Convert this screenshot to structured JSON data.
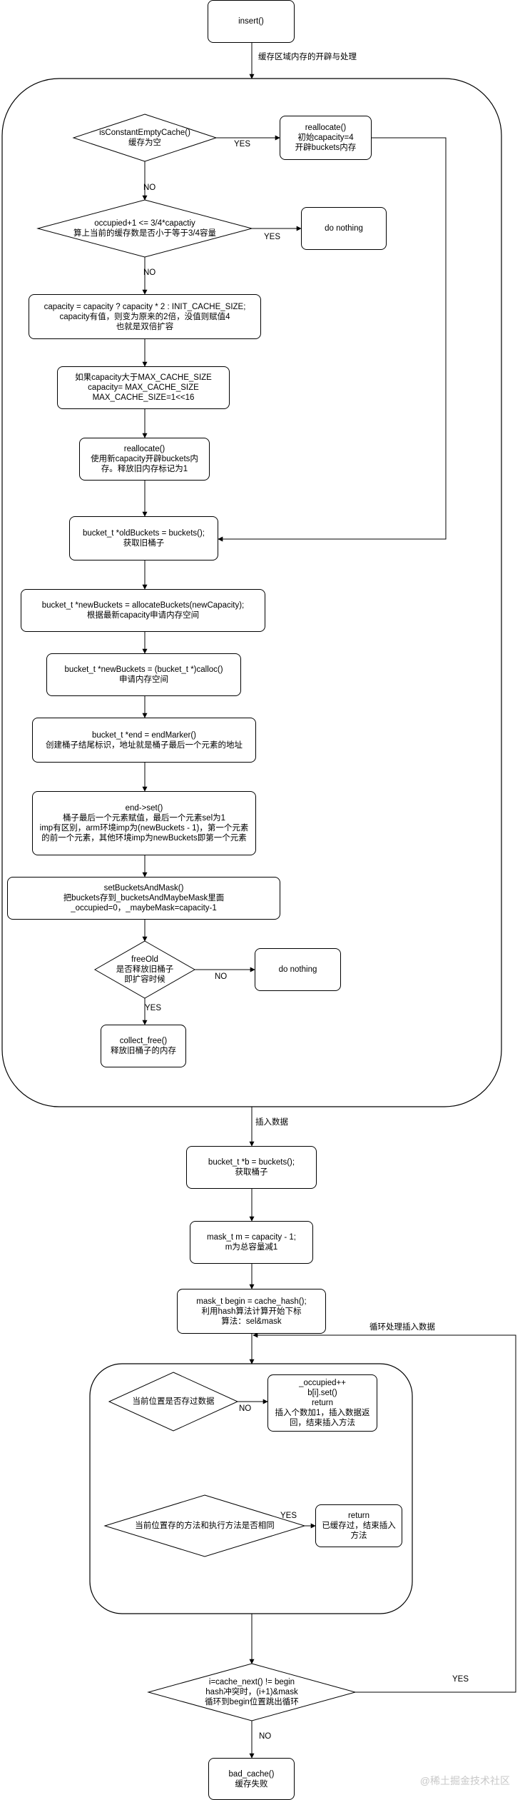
{
  "nodes": {
    "insert": "insert()",
    "is_constant_empty": "isConstantEmptyCache()\n缓存为空",
    "reallocate_init": "reallocate()\n初始capacity=4\n开辟buckets内存",
    "occupied_check": "occupied+1 <= 3/4*capactiy\n算上当前的缓存数是否小于等于3/4容量",
    "do_nothing_1": "do nothing",
    "capacity_calc": "capacity = capacity ? capacity * 2 : INIT_CACHE_SIZE;\ncapacity有值，则变为原来的2倍，没值则赋值4\n也就是双倍扩容",
    "max_cache": "如果capacity大于MAX_CACHE_SIZE\ncapacity= MAX_CACHE_SIZE\nMAX_CACHE_SIZE=1<<16",
    "reallocate_new": "reallocate()\n使用新capacity开辟buckets内存。释放旧内存标记为1",
    "old_buckets": "bucket_t *oldBuckets = buckets();\n获取旧桶子",
    "new_buckets": "bucket_t *newBuckets = allocateBuckets(newCapacity);\n根据最新capacity申请内存空间",
    "calloc": "bucket_t *newBuckets = (bucket_t *)calloc()\n申请内存空间",
    "end_marker": "bucket_t *end = endMarker()\n创建桶子结尾标识，地址就是桶子最后一个元素的地址",
    "end_set": "end->set()\n桶子最后一个元素赋值，最后一个元素sel为1\nimp有区别，arm环境imp为(newBuckets - 1)，第一个元素的前一个元素，其他环境imp为newBuckets即第一个元素",
    "set_buckets_mask": "setBucketsAndMask()\n把buckets存到_bucketsAndMaybeMask里面\n_occupied=0，_maybeMask=capacity-1",
    "free_old": "freeOld\n是否释放旧桶子\n即扩容时候",
    "do_nothing_2": "do nothing",
    "collect_free": "collect_free()\n释放旧桶子的内存",
    "get_buckets": "bucket_t *b = buckets();\n获取桶子",
    "mask": "mask_t m = capacity - 1;\nm为总容量减1",
    "begin_hash": "mask_t begin = cache_hash();\n利用hash算法计算开始下标\n算法：sel&mask",
    "stored_check": "当前位置是否存过数据",
    "occupied_inc": "_occupied++\nb[i].set()\nreturn\n插入个数加1，插入数据返回，结束插入方法",
    "same_method_check": "当前位置存的方法和执行方法是否相同",
    "return_cached": "return\n已缓存过，结束插入方法",
    "cache_next": "i=cache_next() != begin\nhash冲突时，(i+1)&mask\n循环到begin位置跳出循环",
    "bad_cache": "bad_cache()\n缓存失败"
  },
  "edge_labels": {
    "memory_open": "缓存区域内存的开辟与处理",
    "yes_1": "YES",
    "no_1": "NO",
    "yes_2": "YES",
    "no_2": "NO",
    "no_3": "NO",
    "yes_3": "YES",
    "insert_data": "插入数据",
    "loop_insert": "循环处理插入数据",
    "no_4": "NO",
    "yes_4": "YES",
    "yes_5": "YES",
    "no_5": "NO"
  },
  "watermark": "@稀土掘金技术社区"
}
